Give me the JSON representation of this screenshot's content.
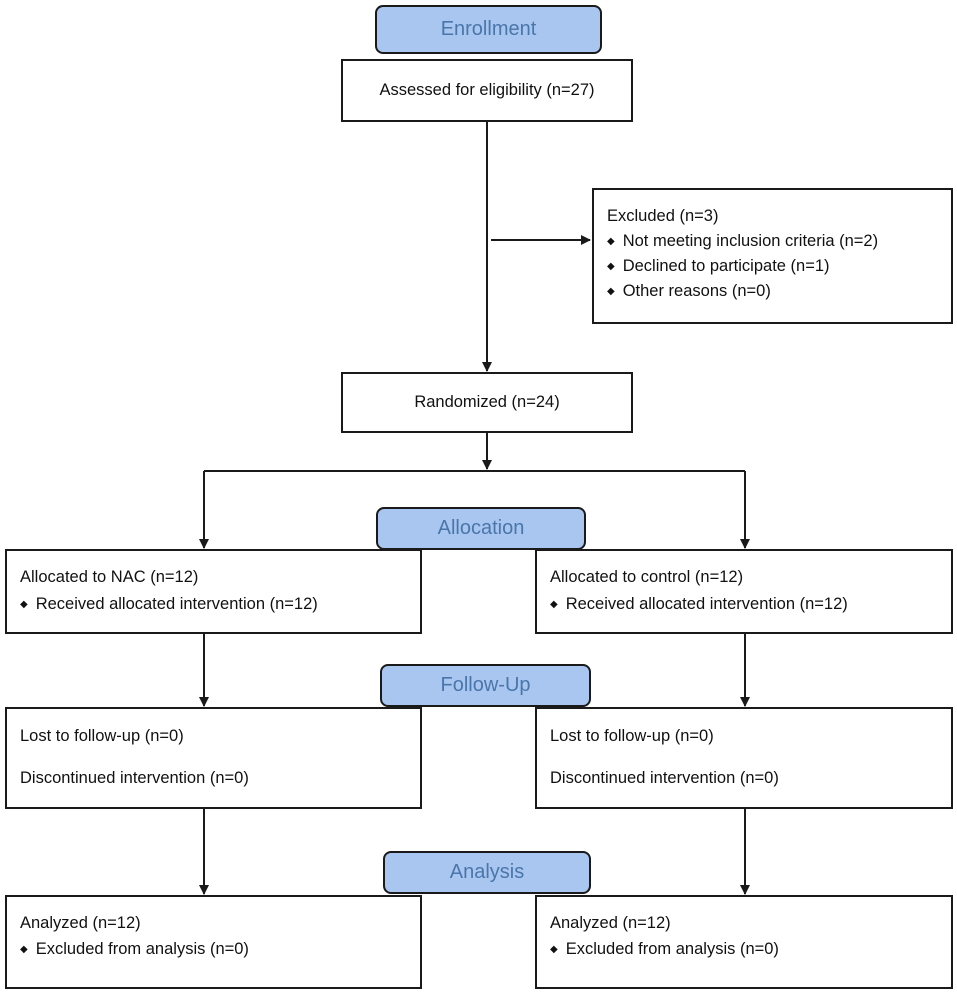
{
  "colors": {
    "stage_fill": "#a8c6f0",
    "stage_text": "#4a76aa",
    "line": "#1a1a1a"
  },
  "bullet_icon": "diamond-icon",
  "stages": {
    "enrollment": "Enrollment",
    "allocation": "Allocation",
    "follow_up": "Follow-Up",
    "analysis": "Analysis"
  },
  "assessed": "Assessed for eligibility (n=27)",
  "excluded": {
    "title": "Excluded (n=3)",
    "reasons": [
      "Not meeting inclusion criteria (n=2)",
      "Declined to participate (n=1)",
      "Other reasons (n=0)"
    ]
  },
  "randomized": "Randomized (n=24)",
  "arms": {
    "left": {
      "allocated": "Allocated to NAC (n=12)",
      "allocated_detail": "Received allocated intervention (n=12)",
      "lost": "Lost to follow-up (n=0)",
      "discontinued": "Discontinued intervention (n=0)",
      "analyzed": "Analyzed (n=12)",
      "analyzed_detail": "Excluded from analysis (n=0)"
    },
    "right": {
      "allocated": "Allocated to control (n=12)",
      "allocated_detail": "Received allocated intervention (n=12)",
      "lost": "Lost to follow-up (n=0)",
      "discontinued": "Discontinued intervention (n=0)",
      "analyzed": "Analyzed (n=12)",
      "analyzed_detail": "Excluded from analysis (n=0)"
    }
  }
}
